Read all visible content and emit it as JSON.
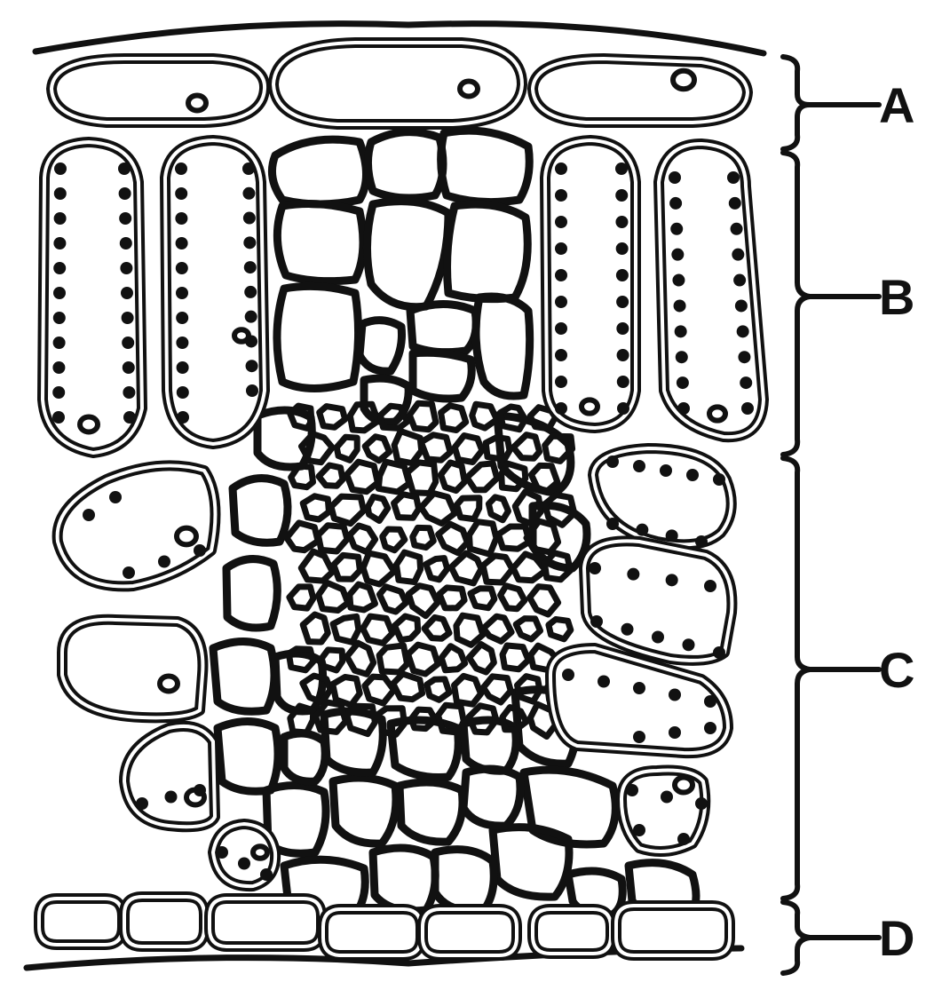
{
  "diagram": {
    "labels": [
      {
        "id": "A",
        "text": "A"
      },
      {
        "id": "B",
        "text": "B"
      },
      {
        "id": "C",
        "text": "C"
      },
      {
        "id": "D",
        "text": "D"
      }
    ]
  },
  "colors": {
    "ink": "#111111",
    "paper": "#ffffff",
    "double_wall_gap": "#ffffff"
  }
}
